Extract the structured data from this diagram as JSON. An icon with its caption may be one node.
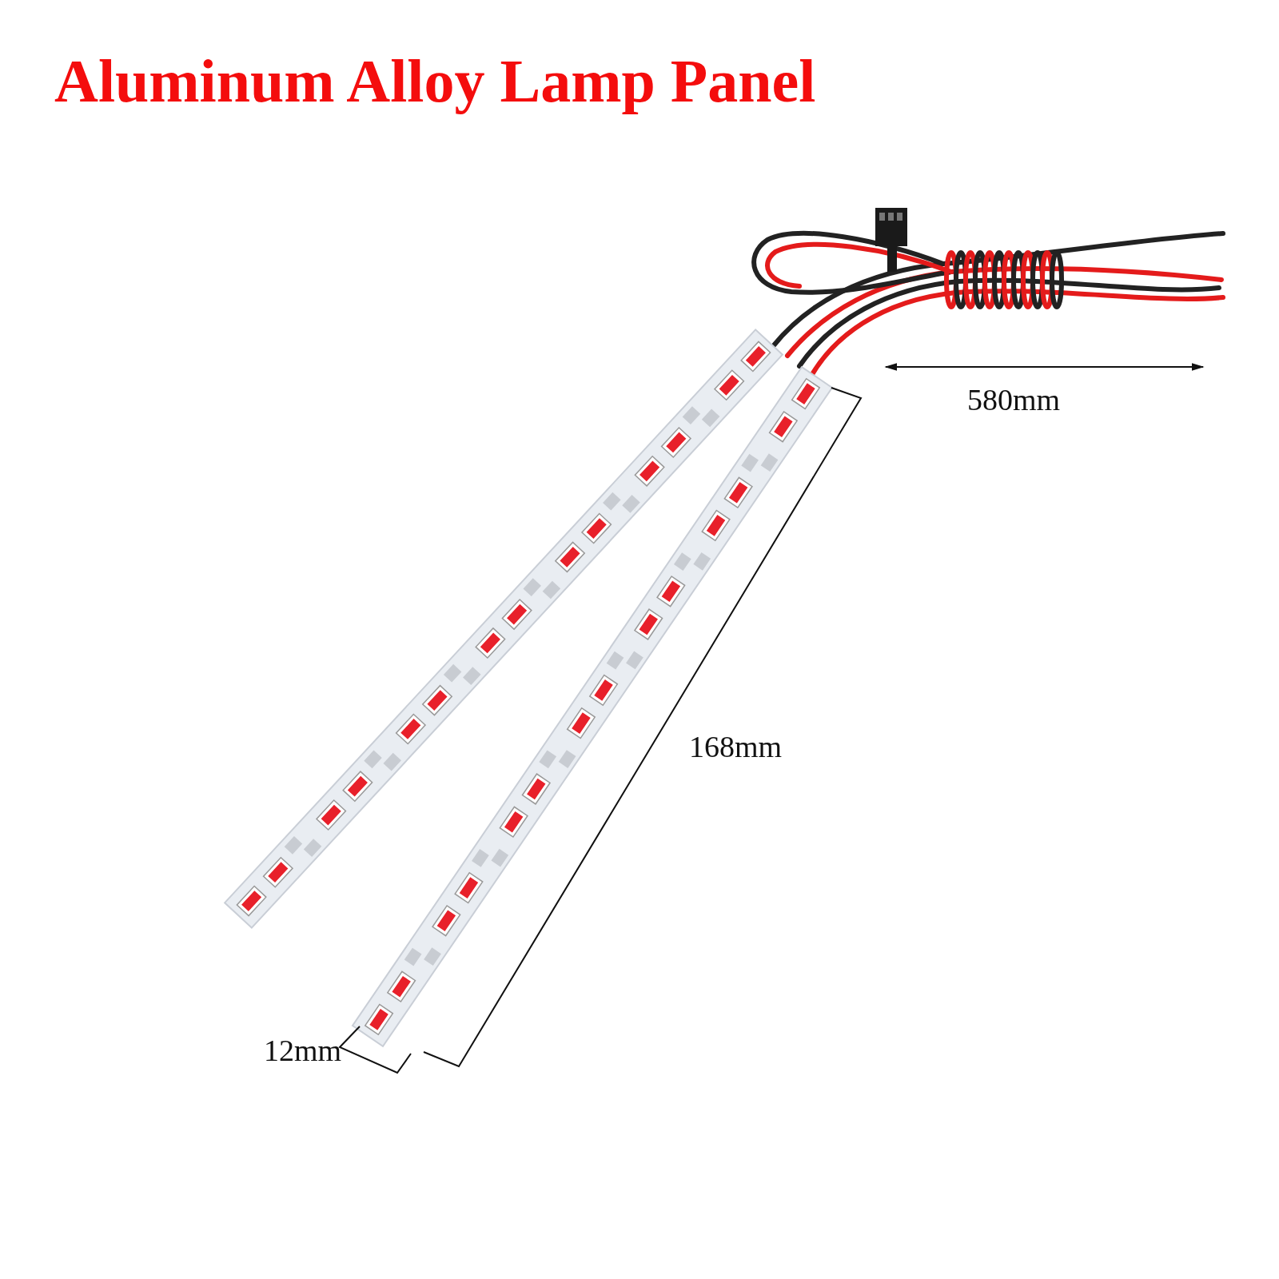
{
  "diagram": {
    "title": "Aluminum Alloy Lamp Panel",
    "labels": [
      "580mm",
      "168mm",
      "12mm"
    ]
  }
}
